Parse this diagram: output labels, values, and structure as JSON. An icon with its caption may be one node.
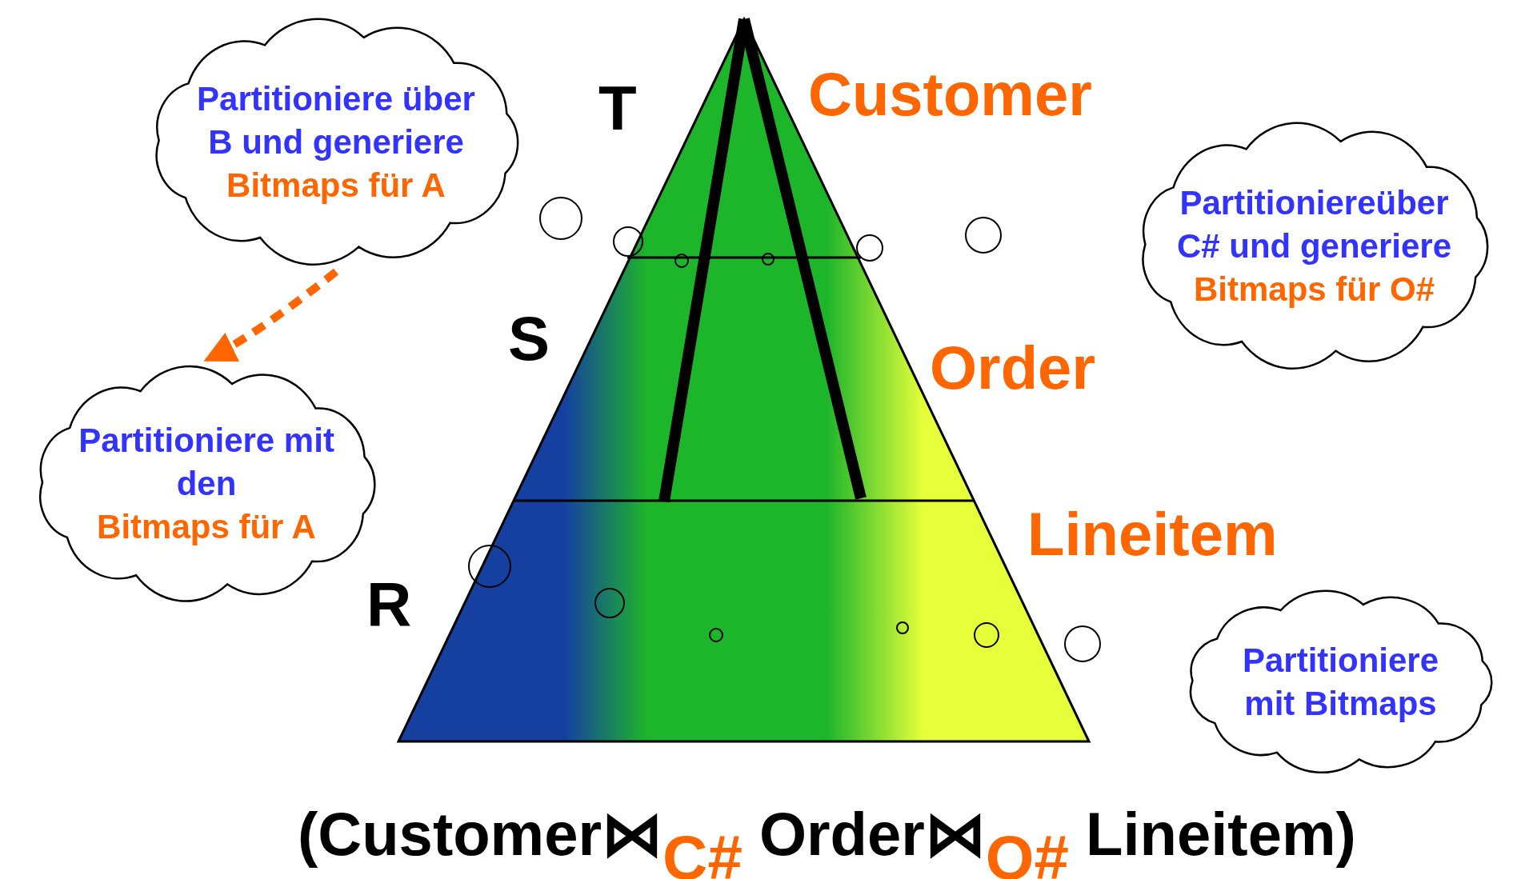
{
  "diagram": {
    "nodes": [
      {
        "text": [
          "Partitioniere über B und generiere",
          "Bitmaps für A"
        ]
      },
      {
        "text": [
          "Partitioniere mit den",
          "Bitmaps für A"
        ]
      },
      {
        "text": [
          "Partitioniereüber C# und generiere",
          "Bitmaps für O#"
        ]
      },
      {
        "text": [
          "Partitioniere mit Bitmaps"
        ]
      }
    ],
    "edges": [
      {
        "from": 0,
        "to": 1,
        "arrow": "to",
        "style": "dashed",
        "color": "#ff6600"
      }
    ],
    "labels": [
      "T",
      "Customer",
      "S",
      "Order",
      "R",
      "Lineitem",
      "(Customer⋈$_{C#}$ Order⋈$_{O#}$ Lineitem)"
    ]
  }
}
